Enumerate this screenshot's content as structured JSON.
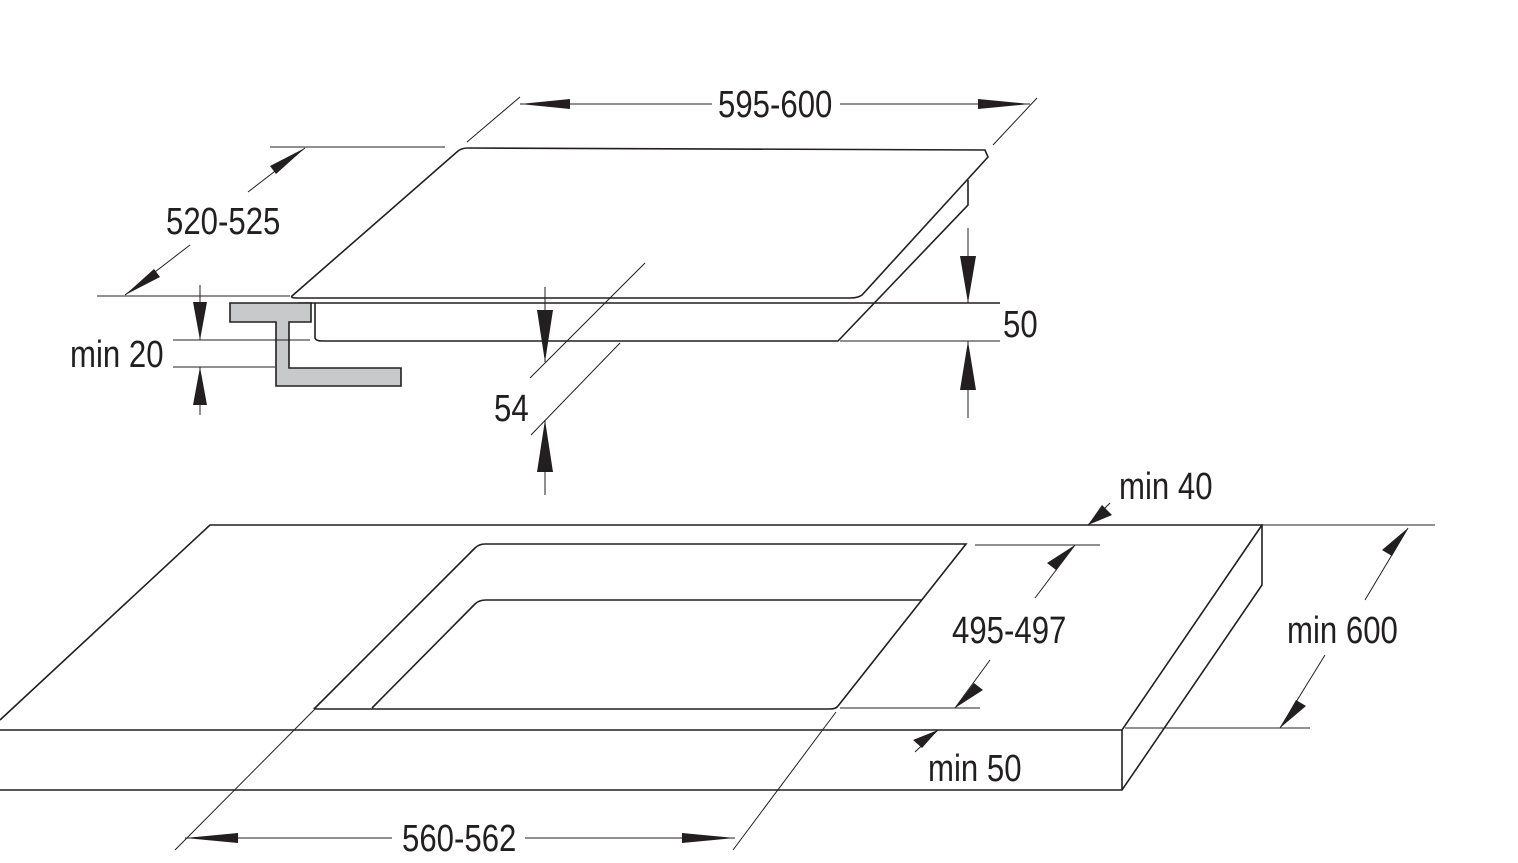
{
  "title": "Hob built-in installation dimensions",
  "colors": {
    "line": "#231f20",
    "bracket": "#c8c9cb"
  },
  "labels": {
    "width_hob": "595-600",
    "depth_hob": "520-525",
    "min_clearance_bracket": "min 20",
    "height_hob": "50",
    "depth_below": "54",
    "min_back": "min 40",
    "cutout_depth": "495-497",
    "min_worktop_depth": "min 600",
    "min_front": "min 50",
    "cutout_width": "560-562"
  }
}
